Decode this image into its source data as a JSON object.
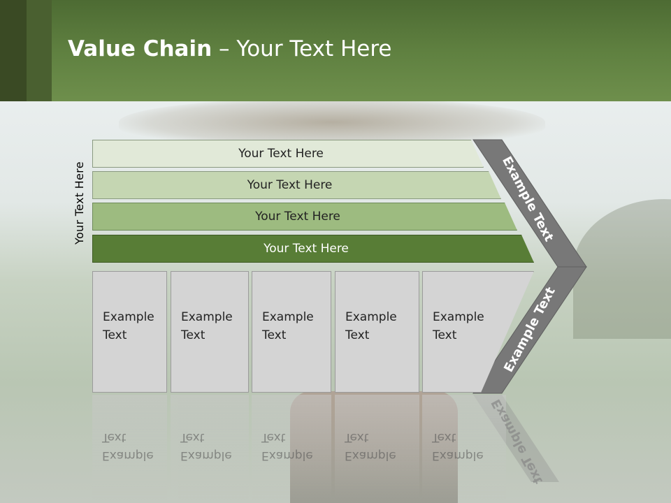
{
  "slide": {
    "title_bold": "Value Chain",
    "title_rest": " – Your Text Here",
    "side_label": "Your Text Here"
  },
  "bars": [
    {
      "label": "Your Text Here",
      "color": "#e1e9d8"
    },
    {
      "label": "Your Text Here",
      "color": "#c5d6b2"
    },
    {
      "label": "Your Text Here",
      "color": "#9dbb80"
    },
    {
      "label": "Your Text Here",
      "color": "#587d36"
    }
  ],
  "boxes": [
    {
      "line1": "Example",
      "line2": "Text"
    },
    {
      "line1": "Example",
      "line2": "Text"
    },
    {
      "line1": "Example",
      "line2": "Text"
    },
    {
      "line1": "Example",
      "line2": "Text"
    },
    {
      "line1": "Example",
      "line2": "Text"
    }
  ],
  "chevron": {
    "top_label": "Example Text",
    "bottom_label": "Example Text",
    "color": "#787878"
  },
  "colors": {
    "header": "#5f8040",
    "header_dark": "#3a4a24"
  }
}
